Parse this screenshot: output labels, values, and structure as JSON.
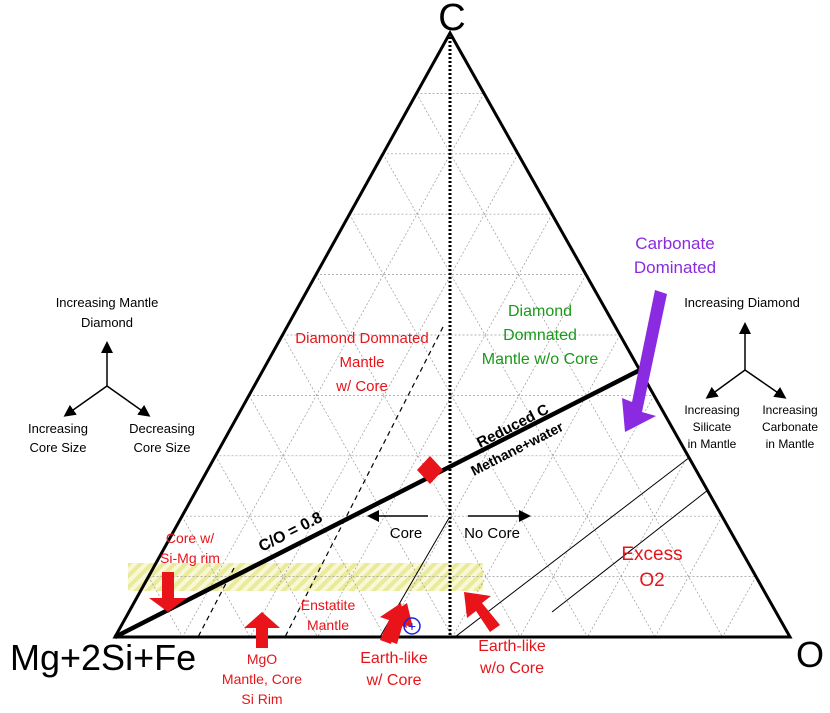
{
  "vertices": {
    "top": "C",
    "left": "Mg+2Si+Fe",
    "right": "O"
  },
  "colors": {
    "red": "#e8141a",
    "green": "#1a9a1a",
    "purple": "#8a2be2",
    "black": "#000000",
    "grid": "#999999",
    "hatch": "#e6e68a",
    "marker_blue": "#2020e0"
  },
  "regions": {
    "diamond_core": [
      "Diamond Domnated",
      "Mantle",
      "w/ Core"
    ],
    "diamond_no_core": [
      "Diamond",
      "Domnated",
      "Mantle w/o Core"
    ],
    "carbonate": [
      "Carbonate",
      "Dominated"
    ],
    "excess_o2": [
      "Excess",
      "O2"
    ]
  },
  "line_labels": {
    "reduced_c": "Reduced C",
    "methane": "Methane+water",
    "co_ratio": "C/O = 0.8",
    "core": "Core",
    "no_core": "No Core"
  },
  "left_compass": {
    "up": [
      "Increasing Mantle",
      "Diamond"
    ],
    "down_left": [
      "Increasing",
      "Core Size"
    ],
    "down_right": [
      "Decreasing",
      "Core Size"
    ]
  },
  "right_compass": {
    "up": "Increasing Diamond",
    "down_left": [
      "Increasing",
      "Silicate",
      "in Mantle"
    ],
    "down_right": [
      "Increasing",
      "Carbonate",
      "in Mantle"
    ]
  },
  "point_labels": {
    "core_rim": [
      "Core w/",
      "Si-Mg rim"
    ],
    "mgo": [
      "MgO",
      "Mantle, Core",
      "Si Rim"
    ],
    "enstatite": [
      "Enstatite",
      "Mantle"
    ],
    "earth_core": [
      "Earth-like",
      "w/ Core"
    ],
    "earth_no_core": [
      "Earth-like",
      "w/o Core"
    ]
  },
  "marker_symbol": "+"
}
